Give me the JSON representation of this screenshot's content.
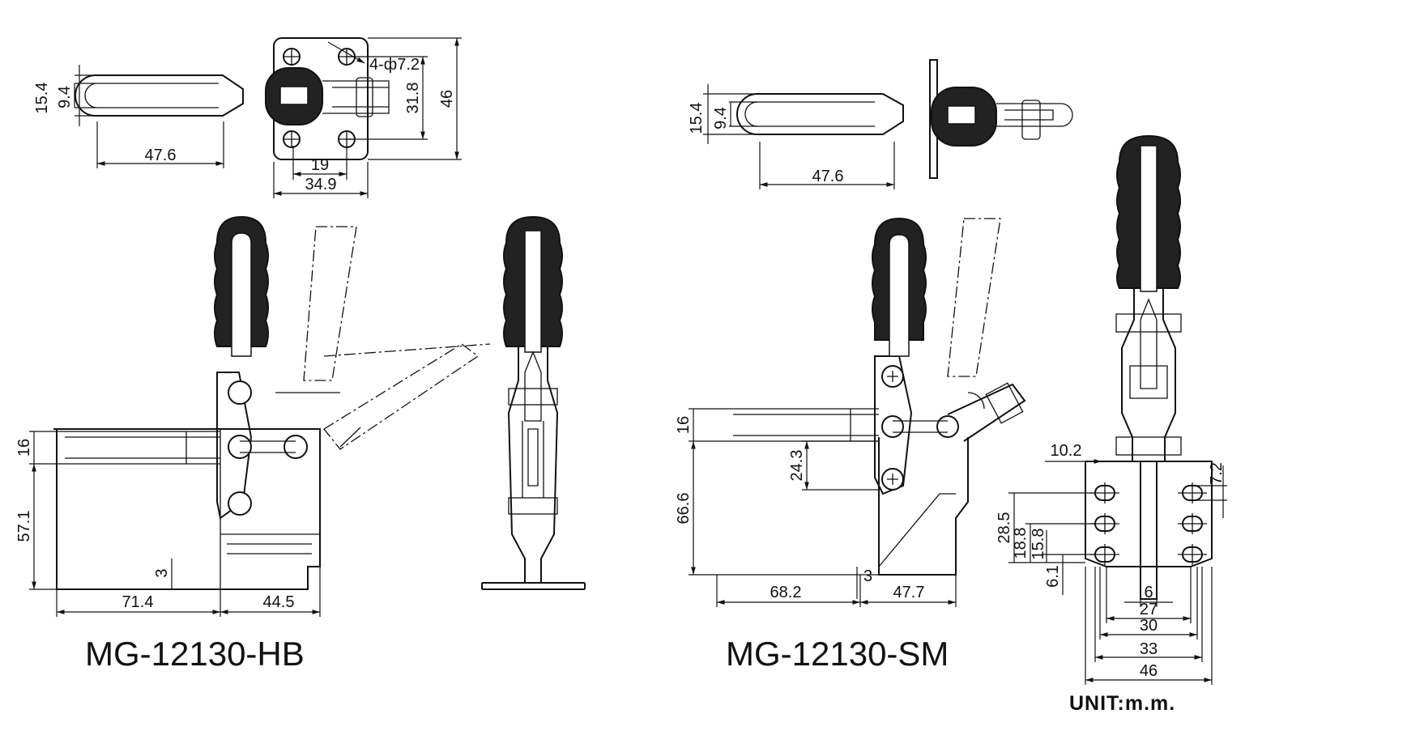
{
  "models": {
    "left": "MG-12130-HB",
    "right": "MG-12130-SM"
  },
  "unit": "UNIT:m.m.",
  "hb": {
    "top": {
      "d15_4": "15.4",
      "d9_4": "9.4",
      "d47_6": "47.6",
      "d19": "19",
      "d34_9": "34.9",
      "hole": "4-ф7.2",
      "d31_8": "31.8",
      "d46": "46"
    },
    "side": {
      "d16": "16",
      "d57_1": "57.1",
      "d3": "3",
      "d71_4": "71.4",
      "d44_5": "44.5"
    }
  },
  "sm": {
    "top": {
      "d15_4": "15.4",
      "d9_4": "9.4",
      "d47_6": "47.6"
    },
    "side": {
      "d16": "16",
      "d24_3": "24.3",
      "d66_6": "66.6",
      "d3": "3",
      "d68_2": "68.2",
      "d47_7": "47.7"
    },
    "front": {
      "d10_2": "10.2",
      "d7_2": "7.2",
      "d28_5": "28.5",
      "d18_8": "18.8",
      "d15_8": "15.8",
      "d6_1": "6.1",
      "d6": "6",
      "d27": "27",
      "d30": "30",
      "d33": "33",
      "d46": "46"
    }
  }
}
